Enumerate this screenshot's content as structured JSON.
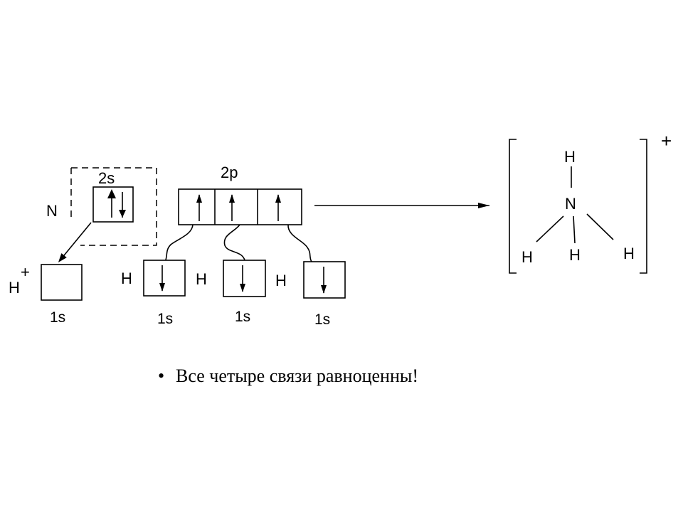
{
  "nitrogen": {
    "symbol": "N",
    "orbital_2s_label": "2s",
    "orbital_2p_label": "2p"
  },
  "proton": {
    "symbol": "H",
    "charge": "+",
    "orbital_label": "1s"
  },
  "hydrogens": [
    {
      "symbol": "H",
      "orbital_label": "1s"
    },
    {
      "symbol": "H",
      "orbital_label": "1s"
    },
    {
      "symbol": "H",
      "orbital_label": "1s"
    }
  ],
  "ammonium": {
    "center": "N",
    "top": "H",
    "bottom_left": "H",
    "bottom_middle": "H",
    "bottom_right": "H",
    "charge": "+"
  },
  "caption": {
    "bullet": "•",
    "text": "Все четыре связи равноценны!"
  }
}
